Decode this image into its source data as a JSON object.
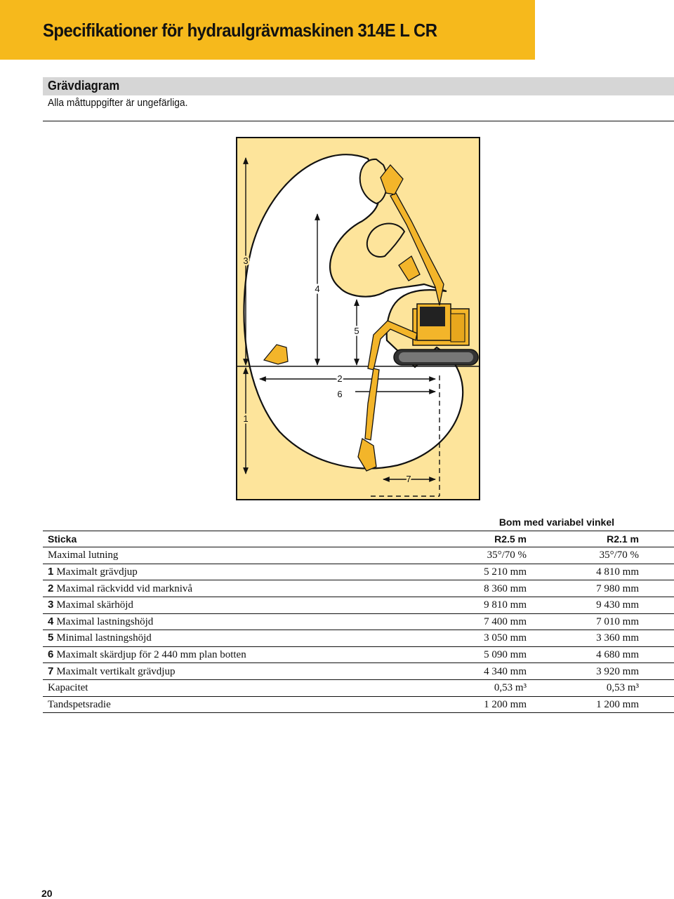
{
  "header": {
    "title": "Specifikationer för hydraulgrävmaskinen 314E L CR"
  },
  "section": {
    "title": "Grävdiagram",
    "subtitle": "Alla måttuppgifter är ungefärliga."
  },
  "diagram": {
    "labels": [
      "1",
      "2",
      "3",
      "4",
      "5",
      "6",
      "7"
    ],
    "colors": {
      "panel": "#fde49b",
      "machine": "#f3b52a",
      "outline": "#111111",
      "track": "#333333"
    }
  },
  "table": {
    "group_header": "Bom med variabel vinkel",
    "column_header": {
      "label": "Sticka",
      "v1": "R2.5 m",
      "v2": "R2.1 m"
    },
    "rows": [
      {
        "num": "",
        "label": "Maximal lutning",
        "v1": "35°/70 %",
        "v2": "35°/70 %"
      },
      {
        "num": "1",
        "label": "Maximalt grävdjup",
        "v1": "5 210 mm",
        "v2": "4 810 mm"
      },
      {
        "num": "2",
        "label": "Maximal räckvidd vid marknivå",
        "v1": "8 360 mm",
        "v2": "7 980 mm"
      },
      {
        "num": "3",
        "label": "Maximal skärhöjd",
        "v1": "9 810 mm",
        "v2": "9 430 mm"
      },
      {
        "num": "4",
        "label": "Maximal lastningshöjd",
        "v1": "7 400 mm",
        "v2": "7 010 mm"
      },
      {
        "num": "5",
        "label": "Minimal lastningshöjd",
        "v1": "3 050 mm",
        "v2": "3 360 mm"
      },
      {
        "num": "6",
        "label": "Maximalt skärdjup för 2 440 mm plan botten",
        "v1": "5 090 mm",
        "v2": "4 680 mm"
      },
      {
        "num": "7",
        "label": "Maximalt vertikalt grävdjup",
        "v1": "4 340 mm",
        "v2": "3 920 mm"
      },
      {
        "num": "",
        "label": "Kapacitet",
        "v1": "0,53 m³",
        "v2": "0,53 m³"
      },
      {
        "num": "",
        "label": "Tandspetsradie",
        "v1": "1 200 mm",
        "v2": "1 200 mm"
      }
    ]
  },
  "page_number": "20"
}
